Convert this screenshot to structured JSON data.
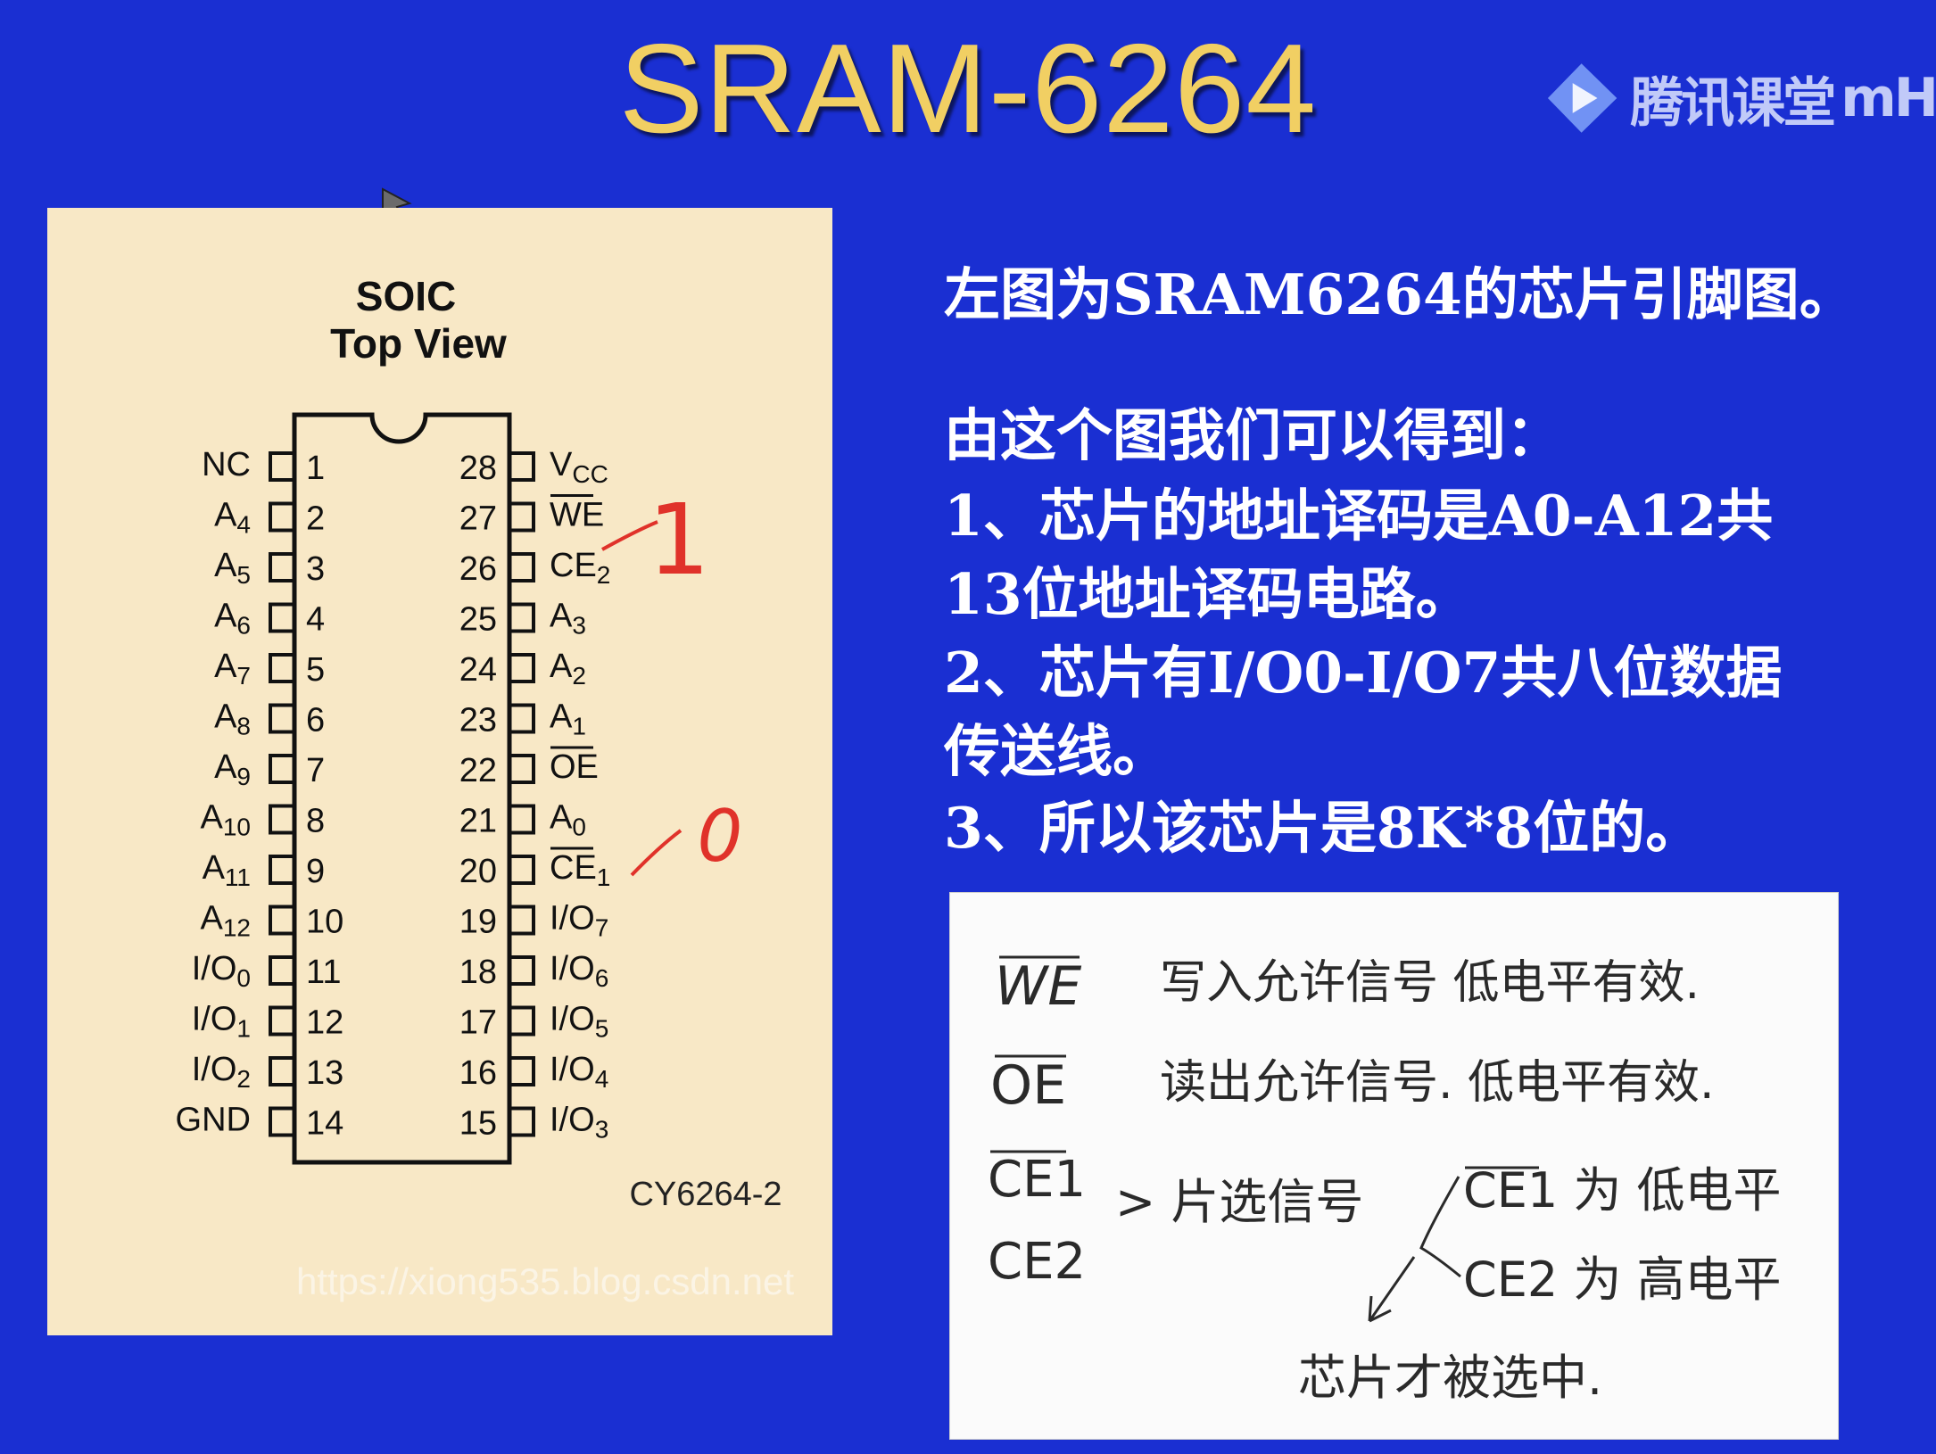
{
  "title": "SRAM-6264",
  "brand": {
    "name": "腾讯课堂",
    "trail": "mH"
  },
  "chip": {
    "heading_line1": "SOIC",
    "heading_line2": "Top View",
    "part_number": "CY6264-2",
    "watermark": "https://xiong535.blog.csdn.net",
    "left_pins": [
      {
        "num": "1",
        "name": "NC",
        "sub": ""
      },
      {
        "num": "2",
        "name": "A",
        "sub": "4"
      },
      {
        "num": "3",
        "name": "A",
        "sub": "5"
      },
      {
        "num": "4",
        "name": "A",
        "sub": "6"
      },
      {
        "num": "5",
        "name": "A",
        "sub": "7"
      },
      {
        "num": "6",
        "name": "A",
        "sub": "8"
      },
      {
        "num": "7",
        "name": "A",
        "sub": "9"
      },
      {
        "num": "8",
        "name": "A",
        "sub": "10"
      },
      {
        "num": "9",
        "name": "A",
        "sub": "11"
      },
      {
        "num": "10",
        "name": "A",
        "sub": "12"
      },
      {
        "num": "11",
        "name": "I/O",
        "sub": "0"
      },
      {
        "num": "12",
        "name": "I/O",
        "sub": "1"
      },
      {
        "num": "13",
        "name": "I/O",
        "sub": "2"
      },
      {
        "num": "14",
        "name": "GND",
        "sub": ""
      }
    ],
    "right_pins": [
      {
        "num": "28",
        "name": "V",
        "sub": "CC",
        "overline": false
      },
      {
        "num": "27",
        "name": "WE",
        "sub": "",
        "overline": true
      },
      {
        "num": "26",
        "name": "CE",
        "sub": "2",
        "overline": false
      },
      {
        "num": "25",
        "name": "A",
        "sub": "3",
        "overline": false
      },
      {
        "num": "24",
        "name": "A",
        "sub": "2",
        "overline": false
      },
      {
        "num": "23",
        "name": "A",
        "sub": "1",
        "overline": false
      },
      {
        "num": "22",
        "name": "OE",
        "sub": "",
        "overline": true
      },
      {
        "num": "21",
        "name": "A",
        "sub": "0",
        "overline": false
      },
      {
        "num": "20",
        "name": "CE",
        "sub": "1",
        "overline": true
      },
      {
        "num": "19",
        "name": "I/O",
        "sub": "7",
        "overline": false
      },
      {
        "num": "18",
        "name": "I/O",
        "sub": "6",
        "overline": false
      },
      {
        "num": "17",
        "name": "I/O",
        "sub": "5",
        "overline": false
      },
      {
        "num": "16",
        "name": "I/O",
        "sub": "4",
        "overline": false
      },
      {
        "num": "15",
        "name": "I/O",
        "sub": "3",
        "overline": false
      }
    ],
    "annotations": {
      "ce2_mark": "1",
      "ce1_mark": "0"
    }
  },
  "description": {
    "line1": "左图为SRAM6264的芯片引脚图。",
    "line2": "由这个图我们可以得到：",
    "line3": "1、芯片的地址译码是A0-A12共",
    "line4": "13位地址译码电路。",
    "line5": "2、芯片有I/O0-I/O7共八位数据",
    "line6": "传送线。",
    "line7": "3、所以该芯片是8K*8位的。"
  },
  "notes": {
    "we_label": "WE",
    "we_desc": "写入允许信号 低电平有效.",
    "oe_label": "OE",
    "oe_desc": "读出允许信号. 低电平有效.",
    "ce1_label": "CE1",
    "ce2_label": "CE2",
    "cs_desc": "> 片选信号",
    "ce1_cond": "CE1 为 低电平",
    "ce2_cond": "CE2 为 高电平",
    "result": "芯片才被选中."
  },
  "colors": {
    "background": "#1a2fd2",
    "title": "#f1cf63",
    "panel": "#f8e8c6",
    "annotation": "#e0322a"
  }
}
